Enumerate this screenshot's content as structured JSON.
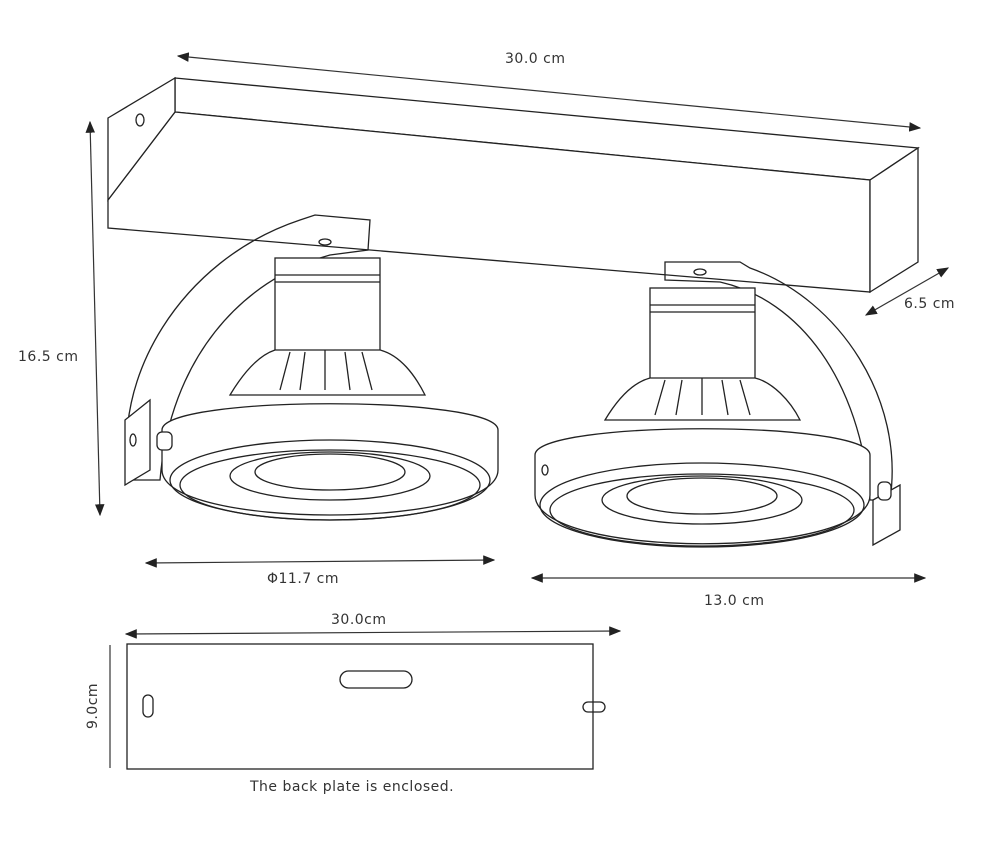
{
  "dimensions": {
    "length_top": "30.0 cm",
    "height": "16.5 cm",
    "depth": "6.5 cm",
    "lamp_diameter": "Φ11.7 cm",
    "lamp_span": "13.0 cm"
  },
  "back_plate": {
    "width": "30.0cm",
    "height": "9.0cm",
    "note": "The back plate is enclosed."
  }
}
